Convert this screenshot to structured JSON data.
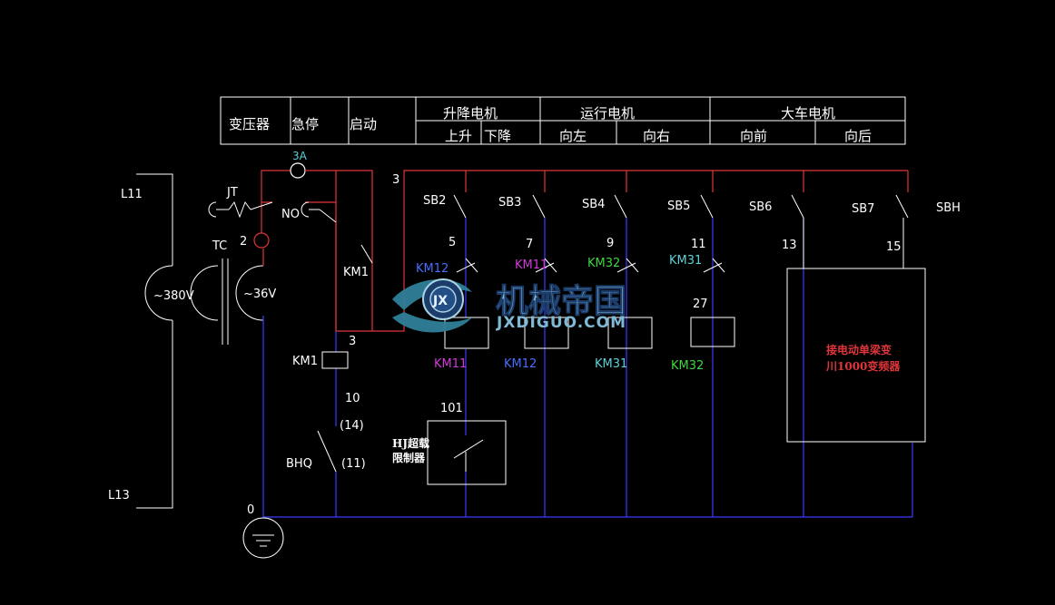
{
  "header": {
    "transformer": "变压器",
    "estop": "急停",
    "start": "启动",
    "hoist": "升降电机",
    "hoist_up": "上升",
    "hoist_down": "下降",
    "travel": "运行电机",
    "travel_left": "向左",
    "travel_right": "向右",
    "crane": "大车电机",
    "crane_fwd": "向前",
    "crane_back": "向后"
  },
  "labels": {
    "l11": "L11",
    "l13": "L13",
    "fuse": "3A",
    "jt": "JT",
    "no": "NO",
    "tc": "TC",
    "node2": "2",
    "v380": "~380V",
    "v36": "~36V",
    "km1_contact": "KM1",
    "node3_top": "3",
    "node3_mid": "3",
    "km1_coil": "KM1",
    "node10": "10",
    "p14": "(14)",
    "bhq": "BHQ",
    "p11": "(11)",
    "node0": "0",
    "sb2": "SB2",
    "sb3": "SB3",
    "sb4": "SB4",
    "sb5": "SB5",
    "sb6": "SB6",
    "sb7": "SB7",
    "sbh": "SBH",
    "n5": "5",
    "n7": "7",
    "n9": "9",
    "n11": "11",
    "n13": "13",
    "n15": "15",
    "n27": "27",
    "n101": "101",
    "il_km12": "KM12",
    "il_km11": "KM11",
    "il_km32": "KM32",
    "il_km31": "KM31",
    "coil_km11": "KM11",
    "coil_km12": "KM12",
    "coil_km31": "KM31",
    "coil_km32": "KM32",
    "limiter_1": "HJ超载",
    "limiter_2": "限制器",
    "vfd_1": "接电动单梁变",
    "vfd_2": "川1000变频器"
  },
  "watermark": {
    "title": "机械帝国",
    "url": "JXDIGUO.COM",
    "badge": "JX"
  },
  "colors": {
    "background": "#000000",
    "red_wire": "#e0353a",
    "blue_wire": "#3b3bff",
    "white_line": "#ffffff",
    "cyan": "#5fd0d8",
    "magenta": "#d23ad6",
    "green": "#3ed63e",
    "blue_text": "#4a6cff"
  }
}
